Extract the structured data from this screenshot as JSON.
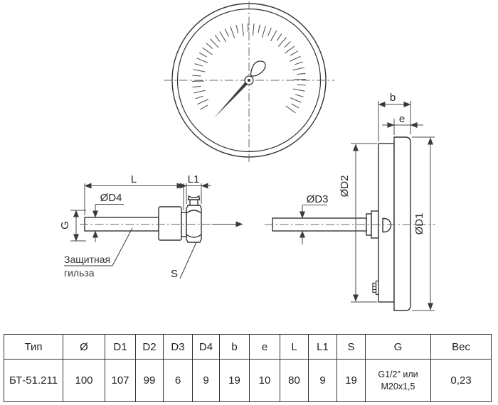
{
  "drawing": {
    "probe": {
      "dim_l": "L",
      "dim_l1": "L1",
      "dim_d4": "ØD4",
      "dim_g": "G",
      "dim_s": "S",
      "callout_line1": "Защитная",
      "callout_line2": "гильза"
    },
    "side": {
      "dim_b": "b",
      "dim_e": "e",
      "dim_d1": "ØD1",
      "dim_d2": "ØD2",
      "dim_d3": "ØD3"
    },
    "line_color": "#333333",
    "dim_color": "#4a4a4a"
  },
  "table": {
    "headers": [
      "Тип",
      "Ø",
      "D1",
      "D2",
      "D3",
      "D4",
      "b",
      "e",
      "L",
      "L1",
      "S",
      "G",
      "Вес"
    ],
    "row": {
      "type": "БТ-51.211",
      "diameter": "100",
      "d1": "107",
      "d2": "99",
      "d3": "6",
      "d4": "9",
      "b": "19",
      "e": "10",
      "l": "80",
      "l1": "9",
      "s": "19",
      "g_line1": "G1/2\" или",
      "g_line2": "M20x1,5",
      "weight": "0,23"
    }
  }
}
